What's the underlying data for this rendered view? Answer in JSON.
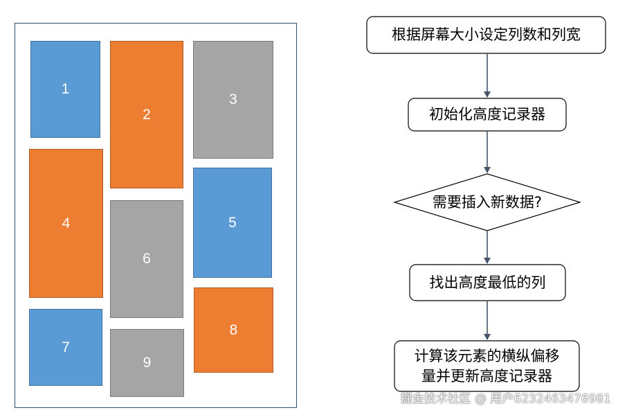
{
  "waterfall": {
    "tiles": [
      {
        "label": "1",
        "color": "blue"
      },
      {
        "label": "2",
        "color": "orange"
      },
      {
        "label": "3",
        "color": "gray"
      },
      {
        "label": "4",
        "color": "orange"
      },
      {
        "label": "5",
        "color": "blue"
      },
      {
        "label": "6",
        "color": "gray"
      },
      {
        "label": "7",
        "color": "blue"
      },
      {
        "label": "8",
        "color": "orange"
      },
      {
        "label": "9",
        "color": "gray"
      }
    ],
    "colors": {
      "blue": "#5b9bd5",
      "orange": "#ed7d31",
      "gray": "#a5a5a5"
    }
  },
  "flowchart": {
    "step1": "根据屏幕大小设定列数和列宽",
    "step2": "初始化高度记录器",
    "decision": "需要插入新数据?",
    "step3": "找出高度最低的列",
    "step4": "计算该元素的横纵偏移\n量并更新高度记录器"
  },
  "watermark": "掘金技术社区 @ 用户6232463476981"
}
